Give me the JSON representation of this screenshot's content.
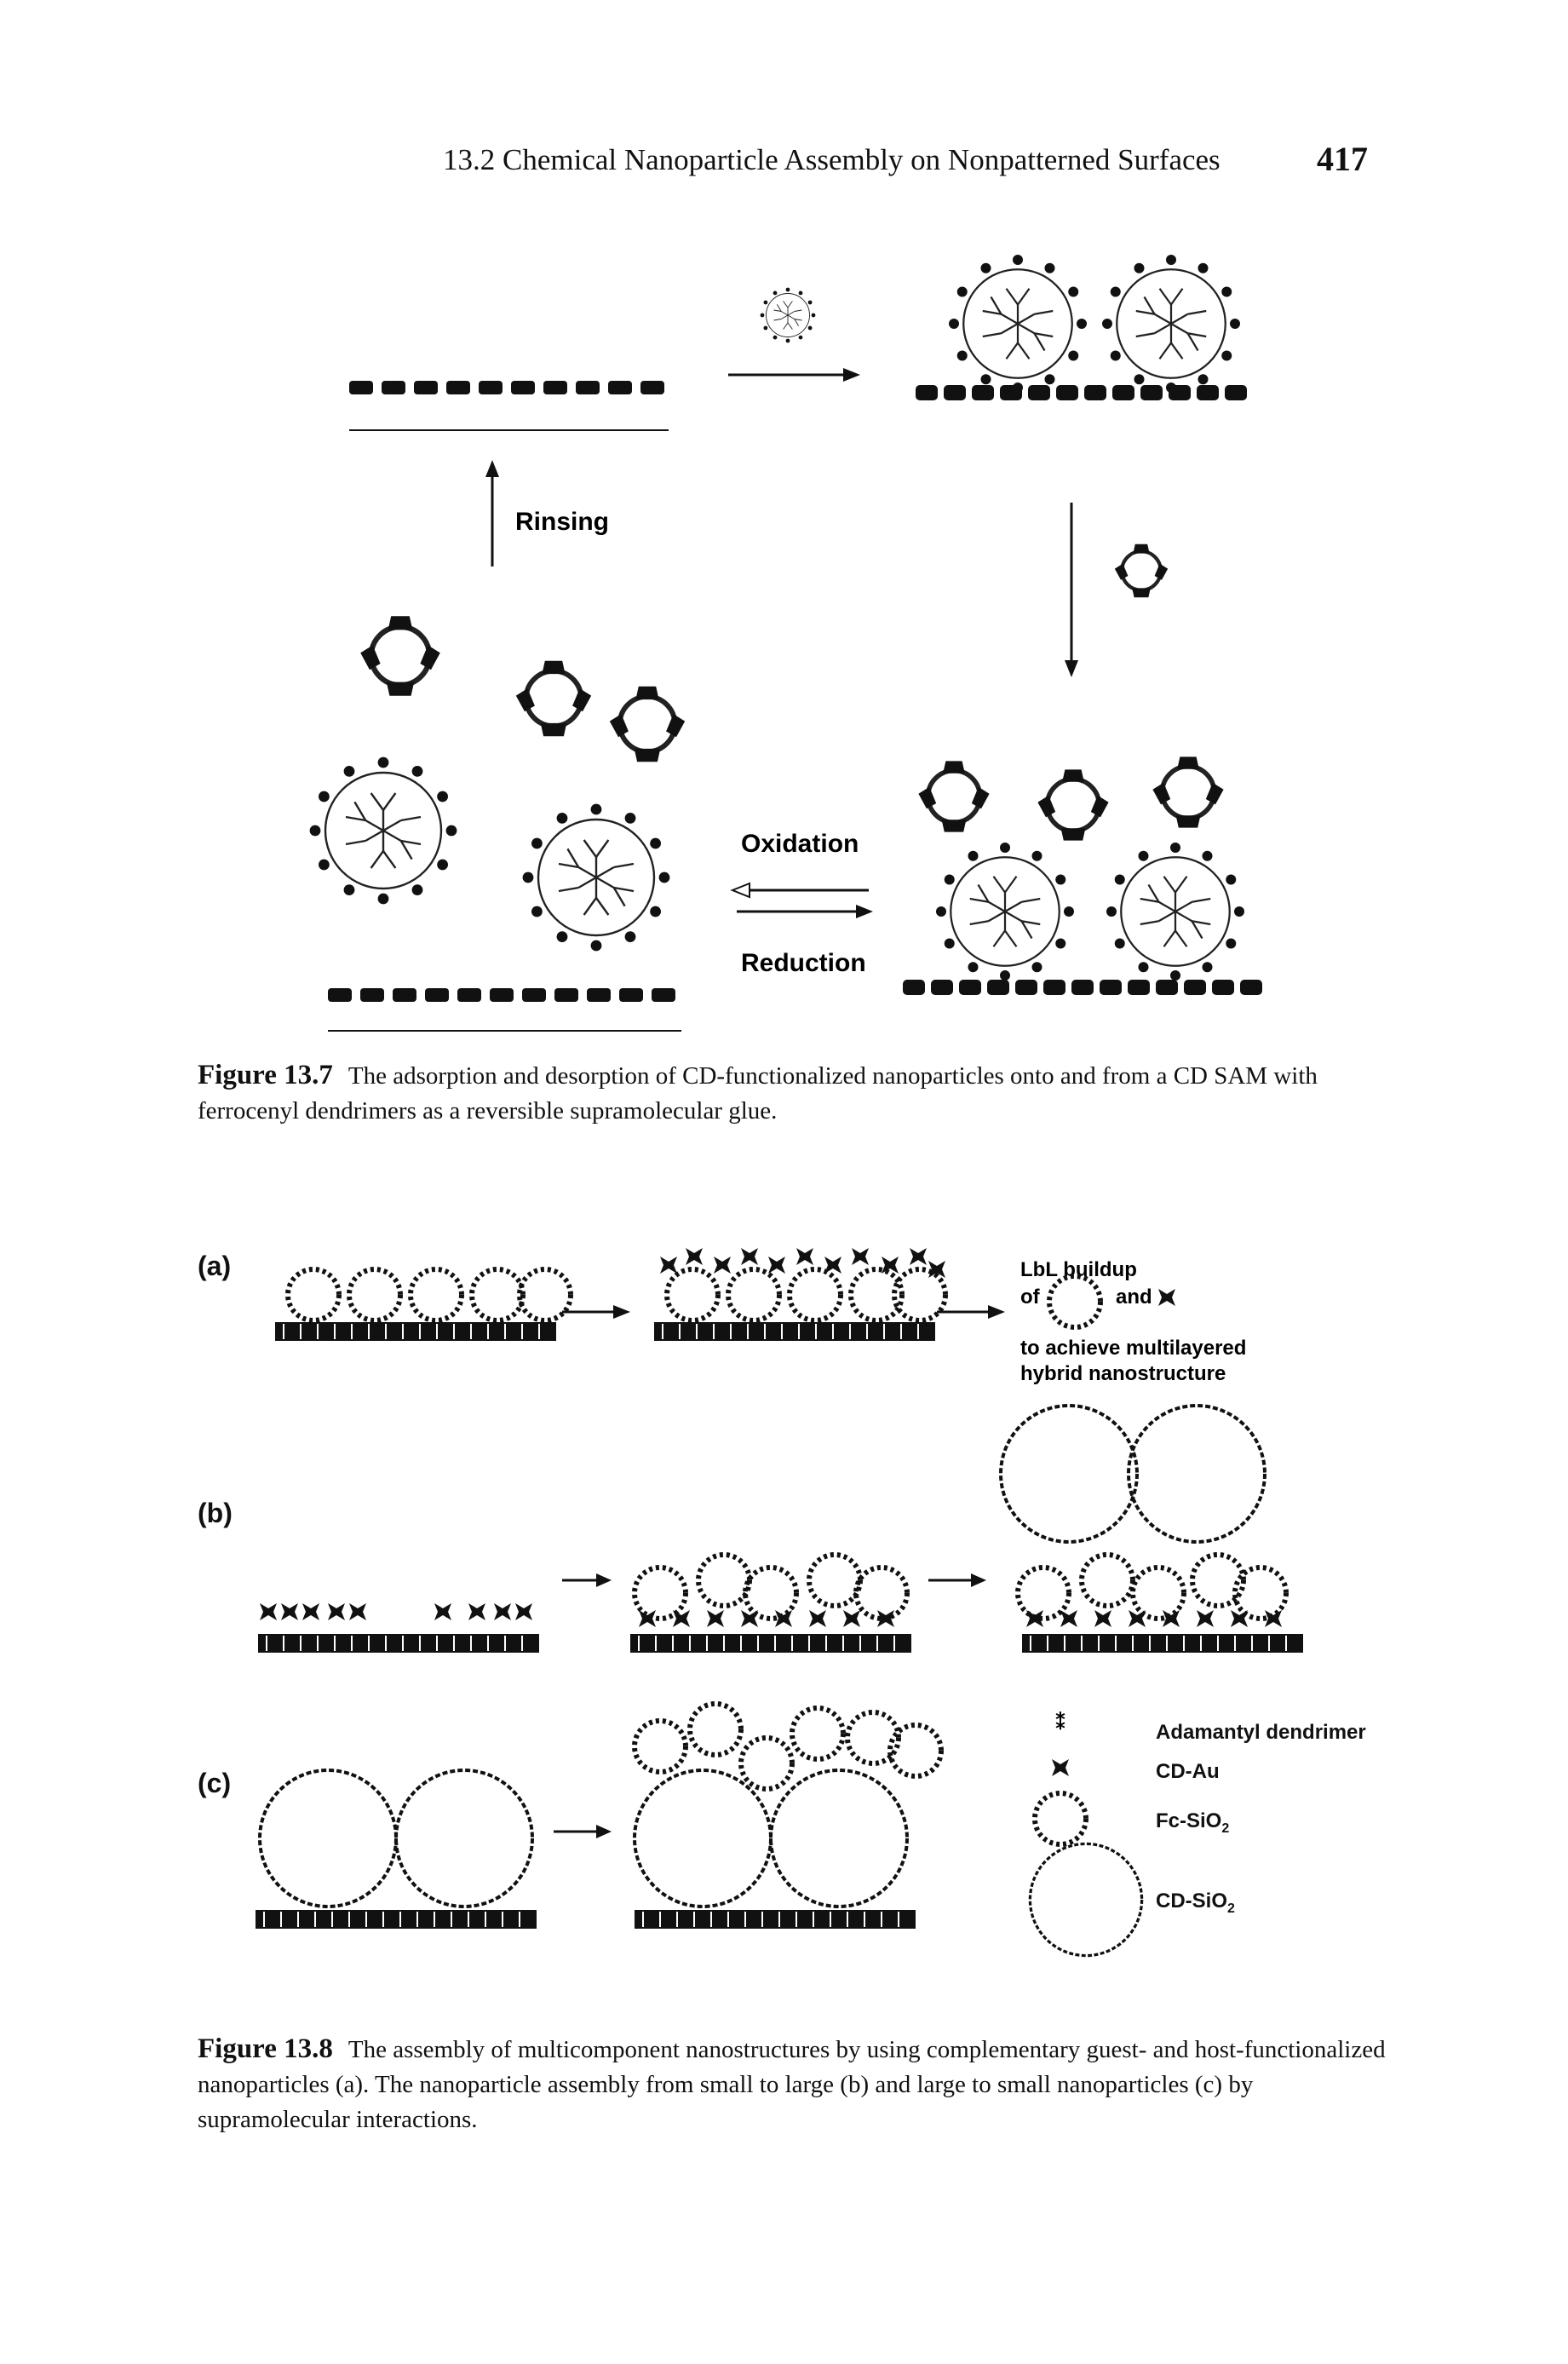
{
  "header": {
    "title": "13.2 Chemical Nanoparticle Assembly on Nonpatterned Surfaces",
    "page_number": "417"
  },
  "figure_13_7": {
    "labels": {
      "rinsing": "Rinsing",
      "oxidation": "Oxidation",
      "reduction": "Reduction"
    },
    "caption_label": "Figure 13.7",
    "caption_text": "The adsorption and desorption of CD-functionalized nanoparticles onto and from a CD SAM with ferrocenyl dendrimers as a reversible supramolecular glue."
  },
  "figure_13_8": {
    "panel_a": {
      "label": "(a)",
      "text_line1": "LbL buildup",
      "text_of": "of",
      "text_and": "and",
      "text_line3": "to achieve multilayered",
      "text_line4": "hybrid nanostructure"
    },
    "panel_b": {
      "label": "(b)"
    },
    "panel_c": {
      "label": "(c)"
    },
    "legend": {
      "adamantyl": "Adamantyl dendrimer",
      "cd_au": "CD-Au",
      "fc_sio2": "Fc-SiO",
      "cd_sio2": "CD-SiO",
      "subscript": "2"
    },
    "caption_label": "Figure 13.8",
    "caption_text": "The assembly of multicomponent nanostructures by using complementary guest- and host-functionalized nanoparticles (a). The nanoparticle assembly from small to large (b) and large to small nanoparticles (c) by supramolecular interactions."
  }
}
